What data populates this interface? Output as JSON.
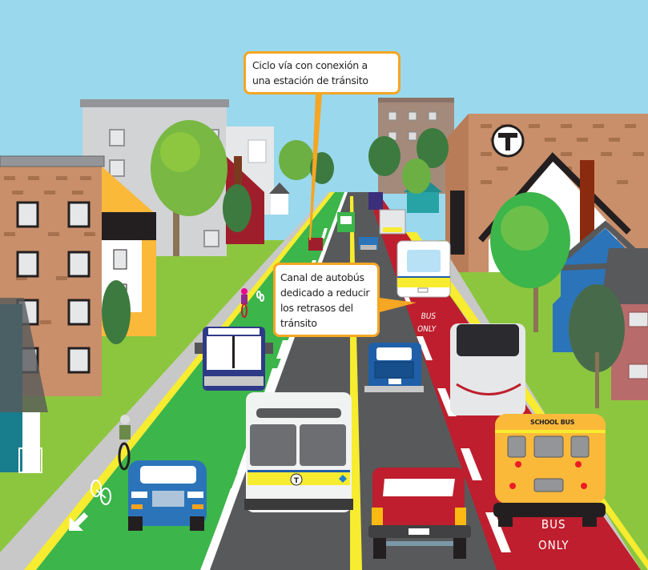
{
  "scene": {
    "title": "Street illustration with dedicated bus lane and bike lane",
    "colors": {
      "sky": "#9ad8ee",
      "grass": "#8cc63f",
      "road": "#58595b",
      "bike_lane": "#3cb54a",
      "bus_lane": "#be1e2d",
      "center_line": "#f7ec2f",
      "callout_border": "#f5a623",
      "sidewalk": "#c8c8c8"
    }
  },
  "callouts": {
    "bike_lane": {
      "lines": [
        "Ciclo vía con conexión a",
        "una estación de tránsito"
      ]
    },
    "bus_lane": {
      "lines": [
        "Canal de autobús",
        "dedicado a reducir",
        "los retrasos del",
        "tránsito"
      ]
    }
  },
  "road_markings": {
    "bus_only_far": [
      "BUS",
      "ONLY"
    ],
    "bus_only_near": [
      "BUS",
      "ONLY"
    ]
  },
  "vehicles": {
    "school_bus_label": "SCHOOL BUS",
    "transit_logo": "T"
  },
  "signage": {
    "station_logo": "T"
  }
}
